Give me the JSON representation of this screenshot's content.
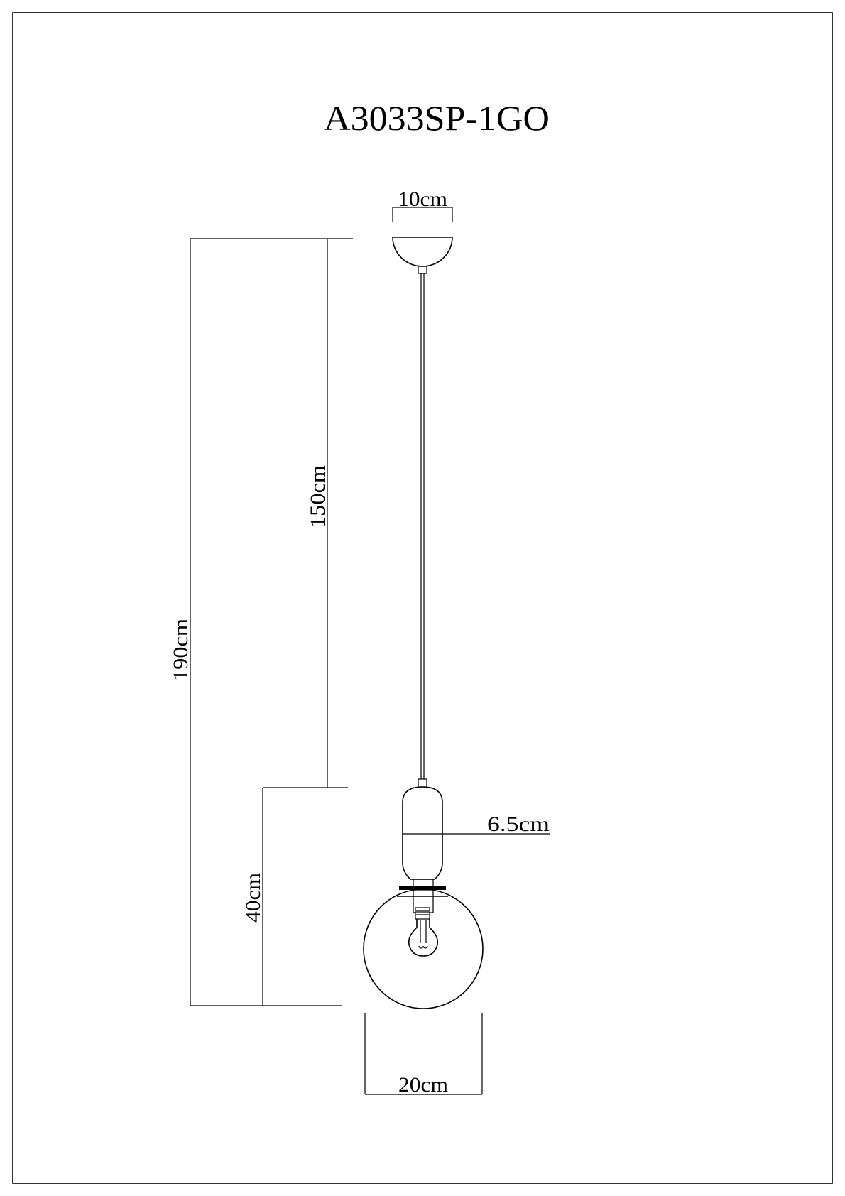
{
  "title": "A3033SP-1GO",
  "dimensions": {
    "canopy_width": "10cm",
    "cord_length": "150cm",
    "total_height": "190cm",
    "shade_height": "40cm",
    "holder_width": "6.5cm",
    "globe_diameter": "20cm"
  }
}
